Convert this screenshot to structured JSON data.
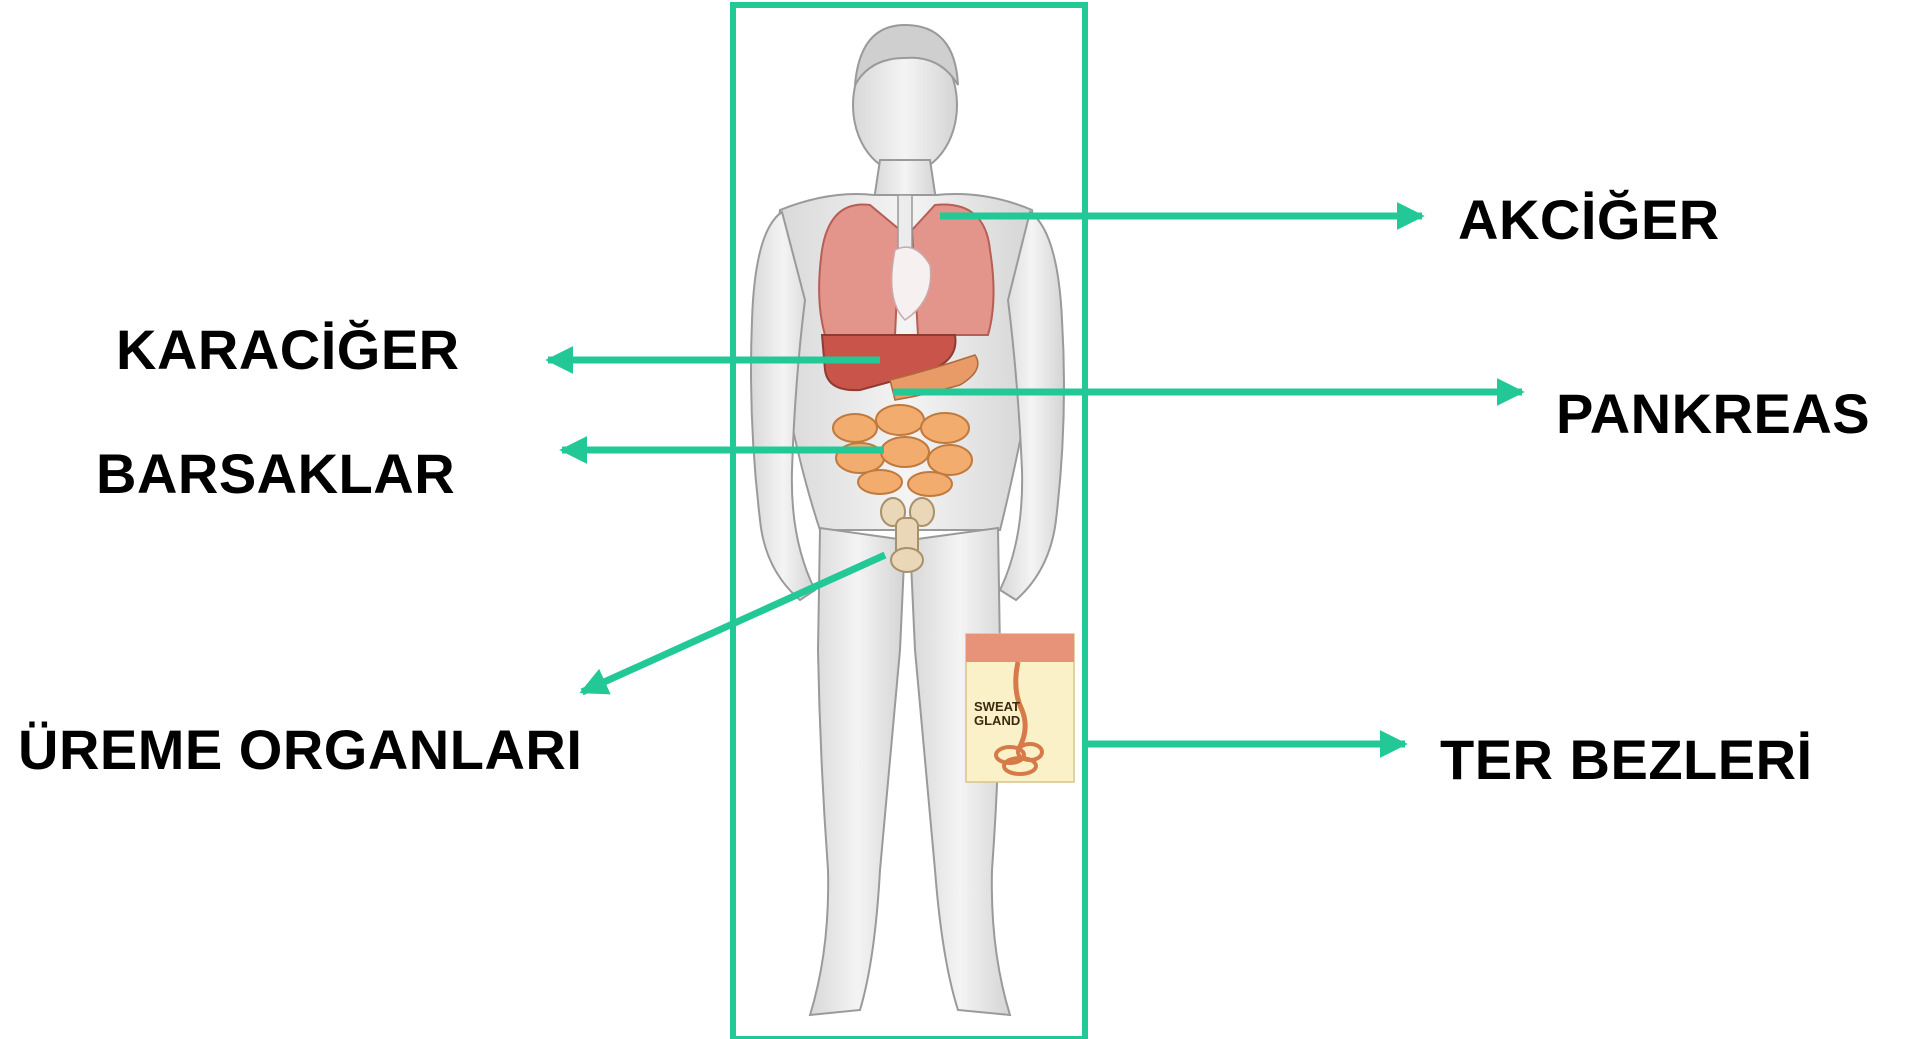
{
  "colors": {
    "arrow": "#22c997",
    "frame": "#22c997",
    "organ": "#d9776a",
    "skin": "#ededed",
    "label": "#000000"
  },
  "labels": {
    "akciger": "AKCİĞER",
    "karaciger": "KARACİĞER",
    "pankreas": "PANKREAS",
    "barsaklar": "BARSAKLAR",
    "ureme": "ÜREME ORGANLARI",
    "ter": "TER BEZLERİ"
  },
  "inset": {
    "line1": "SWEAT",
    "line2": "GLAND"
  }
}
